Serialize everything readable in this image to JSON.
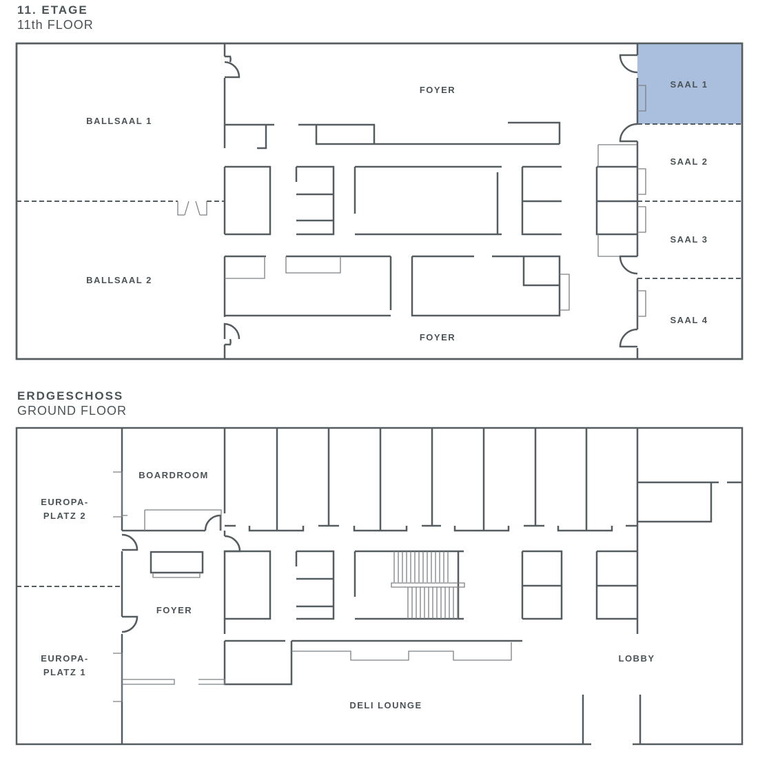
{
  "floors": [
    {
      "title_de": "11. ETAGE",
      "title_en": "11th FLOOR",
      "rooms": {
        "ballsaal1": "BALLSAAL 1",
        "ballsaal2": "BALLSAAL 2",
        "foyer_top": "FOYER",
        "foyer_bottom": "FOYER",
        "saal1": "SAAL 1",
        "saal2": "SAAL 2",
        "saal3": "SAAL 3",
        "saal4": "SAAL 4"
      }
    },
    {
      "title_de": "ERDGESCHOSS",
      "title_en": "GROUND FLOOR",
      "rooms": {
        "boardroom": "BOARDROOM",
        "europaplatz2_a": "EUROPA-",
        "europaplatz2_b": "PLATZ 2",
        "europaplatz1_a": "EUROPA-",
        "europaplatz1_b": "PLATZ 1",
        "foyer": "FOYER",
        "lobby": "LOBBY",
        "deli": "DELI LOUNGE"
      }
    }
  ],
  "colors": {
    "floor": "#dcdfe2",
    "wall": "#555c60",
    "highlight": "#a9bfdd"
  },
  "highlighted_room": "SAAL 1"
}
